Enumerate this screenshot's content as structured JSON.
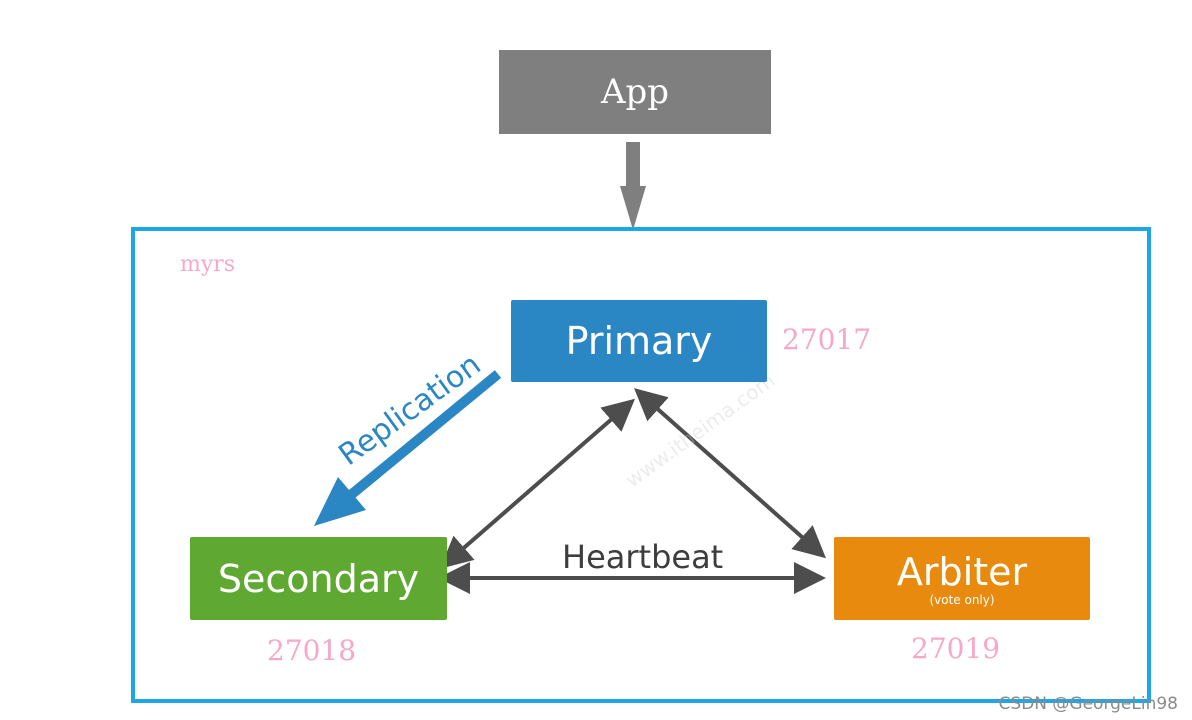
{
  "nodes": {
    "app": "App",
    "primary": "Primary",
    "secondary": "Secondary",
    "arbiter": "Arbiter",
    "arbiter_note": "(vote only)"
  },
  "replica_set_name": "myrs",
  "ports": {
    "primary": "27017",
    "secondary": "27018",
    "arbiter": "27019"
  },
  "edges": {
    "replication": "Replication",
    "heartbeat": "Heartbeat"
  },
  "watermark": "www.itheima.com",
  "footer": "CSDN @GeorgeLin98",
  "colors": {
    "app": "#7f7f7f",
    "primary": "#2b86c4",
    "secondary": "#5fa832",
    "arbiter": "#e78a0e",
    "frame": "#1ea7e8",
    "port_label": "#f7a8c8",
    "heartbeat_arrow": "#4d4d4d"
  }
}
